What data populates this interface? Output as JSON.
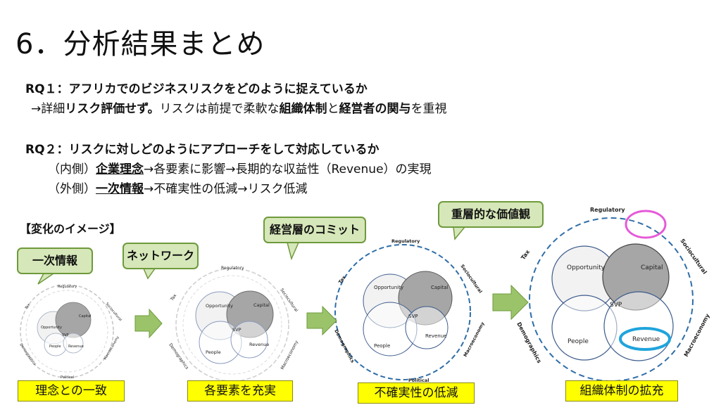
{
  "title": "6．分析結果まとめ",
  "rq1": {
    "question": "RQ１：アフリカでのビジネスリスクをどのように捉えているか",
    "answer": {
      "p1": "→詳細",
      "p2": "リスク評価せず。",
      "p3": "リスクは前提で柔軟な",
      "p4": "組織体制",
      "p5": "と",
      "p6": "経営者の関与",
      "p7": "を重視"
    }
  },
  "rq2": {
    "question": "RQ２：リスクに対しどのようにアプローチをして対応しているか",
    "inner": {
      "prefix": "（内側）",
      "key": "企業理念",
      "rest": "→各要素に影響→長期的な収益性（Revenue）の実現"
    },
    "outer": {
      "prefix": "（外側）",
      "key": "一次情報",
      "rest": "→不確実性の低減→リスク低減"
    }
  },
  "image_heading": "【変化のイメージ】",
  "callouts": [
    "一次情報",
    "ネットワーク",
    "経営層のコミット",
    "重層的な価値観"
  ],
  "stage_labels": [
    "理念との一致",
    "各要素を充実",
    "不確実性の低減",
    "組織体制の拡充"
  ],
  "diagram_labels": {
    "regulatory": "Regulatory",
    "sociocultural": "Sociocultural",
    "tax": "Tax",
    "demographics": "Demographics",
    "macroeconomy": "Macroeconomy",
    "political": "Political",
    "opportunity": "Opportunity",
    "capital": "Capital",
    "svp": "SVP",
    "people": "People",
    "revenue": "Revenue"
  },
  "colors": {
    "callout_fill": "#d6e7b9",
    "callout_border": "#6e9a3c",
    "arrow": "#9bc46a",
    "label_fill": "#ffff00",
    "dashed_blue": "#2f6ea8",
    "circle_line": "#3b5a8c",
    "capital_fill": "#a6a6a6",
    "pink": "#e55ad8",
    "cyan": "#1fa4dc"
  }
}
